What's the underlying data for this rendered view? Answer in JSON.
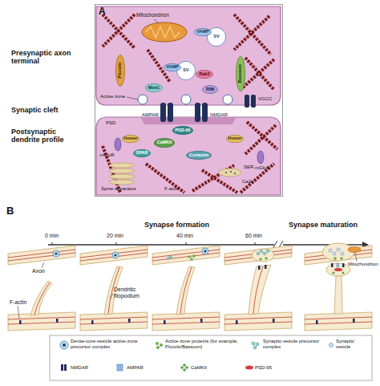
{
  "diagram": {
    "nodes": [
      {
        "text": [
          "A"
        ]
      },
      {
        "text": [
          "SV"
        ],
        "in": 0
      },
      {
        "text": [
          "VAMP"
        ],
        "in": 0
      },
      {
        "text": [
          "Piccolo"
        ],
        "in": 0
      },
      {
        "text": [
          "SV"
        ],
        "in": 0
      },
      {
        "text": [
          "VAMP"
        ],
        "in": 0
      },
      {
        "text": [
          "Rab3"
        ],
        "in": 0
      },
      {
        "text": [
          "Bassoon"
        ],
        "in": 0
      },
      {
        "text": [
          "Mint1"
        ],
        "in": 0
      },
      {
        "text": [
          "RIM"
        ],
        "in": 0
      },
      {
        "text": [
          "Homer"
        ],
        "in": 0
      },
      {
        "text": [
          "PSD-95"
        ],
        "in": 0
      },
      {
        "text": [
          "CaMKII"
        ],
        "in": 0
      },
      {
        "text": [
          "SPAR"
        ],
        "in": 0
      },
      {
        "text": [
          "Cortactin"
        ],
        "in": 0
      },
      {
        "text": [
          "Homer"
        ],
        "in": 0
      }
    ],
    "labels": [
      "Mitochondrion",
      "Presynaptic axon terminal",
      "Synaptic cleft",
      "Postsynaptic dendrite profile",
      "Active zone",
      "VGCC",
      "AMPAR",
      "NMDAR",
      "PSD",
      "mGluR",
      "mGluR",
      "Spine apparatus",
      "SER",
      "Ca2+",
      "F-actin",
      "B",
      "Synapse formation",
      "Synapse maturation",
      "0 min",
      "20 min",
      "40 min",
      "60 min",
      "Axon",
      "Dendritic filopodium",
      "F-actin",
      "Mitochondrion"
    ],
    "legend": [
      {
        "text": "Dense-core-vesicle active-zone precursor complex"
      },
      {
        "text": "Active-zone proteins (for example, Piccolo/Bassoon)"
      },
      {
        "text": "Synaptic-vesicle precursor complex"
      },
      {
        "text": "Synaptic vesicle"
      },
      {
        "text": "NMDAR"
      },
      {
        "text": "AMPAR"
      },
      {
        "text": "CaMKII"
      },
      {
        "text": "PSD-95"
      }
    ]
  }
}
